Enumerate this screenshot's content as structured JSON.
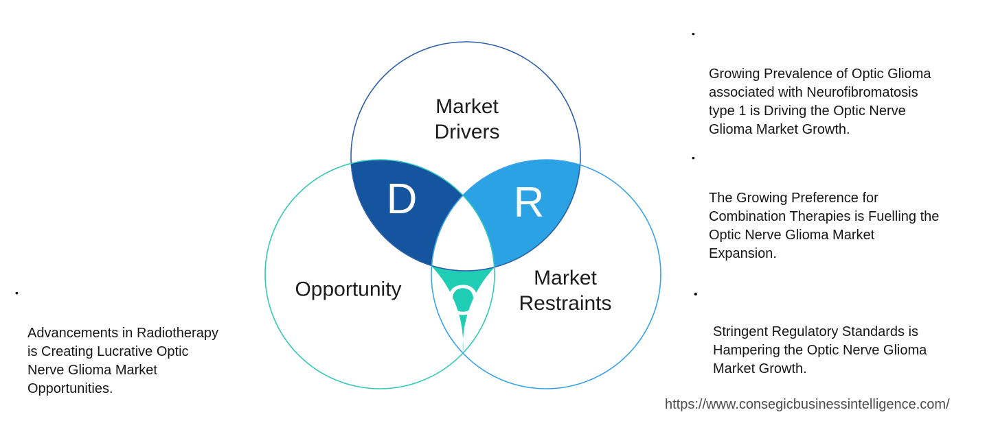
{
  "colors": {
    "drivers_fill": "#15549e",
    "drivers_stroke": "#2d5fa6",
    "restraints_fill": "#2aa2e4",
    "restraints_stroke": "#3aa3e8",
    "opportunity_fill": "#1fcdb5",
    "opportunity_stroke": "#36c8b9",
    "letter_color": "#ffffff",
    "text_color": "#1a1a1a",
    "url_color": "#4b4b4b",
    "background": "#ffffff"
  },
  "venn": {
    "drivers": {
      "label_lines": [
        "Market",
        "Drivers"
      ],
      "letter": "D"
    },
    "opportunity": {
      "label_lines": [
        "Opportunity"
      ],
      "letter": "O"
    },
    "restraints": {
      "label_lines": [
        "Market",
        "Restraints"
      ],
      "letter": "R"
    }
  },
  "notes": {
    "left": {
      "items": [
        {
          "bullet": "•",
          "lines": [
            "Advancements in Radiotherapy",
            "is Creating Lucrative Optic",
            "Nerve Glioma Market",
            "Opportunities."
          ]
        }
      ]
    },
    "right_top": {
      "items": [
        {
          "bullet": "•",
          "lines": [
            "Growing Prevalence of Optic Glioma",
            "associated with Neurofibromatosis",
            "type 1 is Driving the Optic Nerve",
            "Glioma Market Growth."
          ]
        },
        {
          "bullet": "•",
          "lines": [
            "The Growing Preference for",
            "Combination Therapies is Fuelling the",
            "Optic Nerve Glioma Market",
            "Expansion."
          ]
        }
      ]
    },
    "right_bottom": {
      "items": [
        {
          "bullet": "•",
          "lines": [
            "Stringent Regulatory Standards is",
            "Hampering the Optic Nerve Glioma",
            "Market Growth."
          ]
        }
      ]
    }
  },
  "footer": {
    "url": "https://www.consegicbusinessintelligence.com/"
  }
}
